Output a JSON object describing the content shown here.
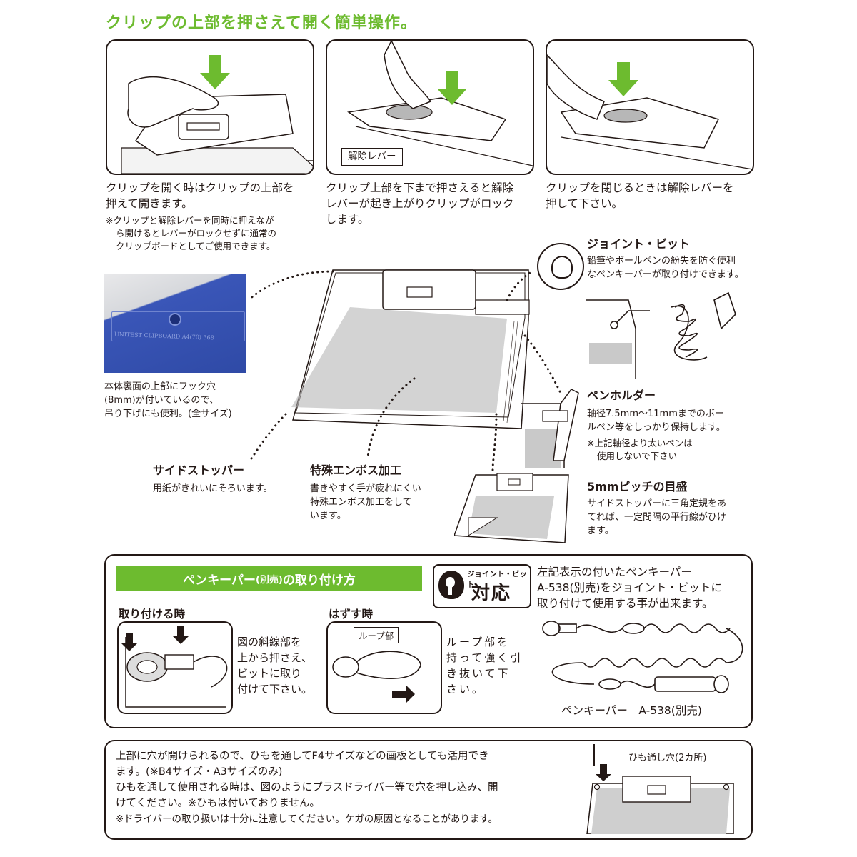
{
  "title": "クリップの上部を押さえて開く簡単操作。",
  "steps": [
    {
      "caption_line1": "クリップを開く時はクリップの上部を",
      "caption_line2": "押えて開きます。",
      "note_line1": "※クリップと解除レバーを同時に押えなが",
      "note_line2": "ら開けるとレバーがロックせずに通常の",
      "note_line3": "クリップボードとしてご使用できます。"
    },
    {
      "caption_line1": "クリップ上部を下まで押さえると解除",
      "caption_line2": "レバーが起き上がりクリップがロック",
      "caption_line3": "します。",
      "label": "解除レバー"
    },
    {
      "caption_line1": "クリップを閉じるときは解除レバーを",
      "caption_line2": "押して下さい。"
    }
  ],
  "hook_hole": {
    "line1": "本体裏面の上部にフック穴",
    "line2": "(8mm)が付いているので、",
    "line3": "吊り下げにも便利。(全サイズ)",
    "photo_text": "UNITEST  CLIPBOARD  A4(70) 368"
  },
  "features": {
    "joint_bit": {
      "title": "ジョイント・ビット",
      "line1": "鉛筆やボールペンの紛失を防ぐ便利",
      "line2": "なペンキーパーが取り付けできます。"
    },
    "pen_holder": {
      "title": "ペンホルダー",
      "line1": "軸径7.5mm～11mmまでのボー",
      "line2": "ルペン等をしっかり保持します。",
      "note1": "※上記軸径より太いペンは",
      "note2": "使用しないで下さい"
    },
    "scale": {
      "title": "5mmピッチの目盛",
      "line1": "サイドストッパーに三角定規をあ",
      "line2": "てれば、一定間隔の平行線がひけ",
      "line3": "ます。"
    },
    "side_stopper": {
      "title": "サイドストッパー",
      "line1": "用紙がきれいにそろいます。"
    },
    "emboss": {
      "title": "特殊エンボス加工",
      "line1": "書きやすく手が疲れにくい",
      "line2": "特殊エンボス加工をして",
      "line3": "います。"
    }
  },
  "pen_keeper": {
    "header": "ペンキーパー",
    "header_small": "(別売)",
    "header_suffix": "の取り付け方",
    "badge_top": "ジョイント・ビット",
    "badge_main": "対応",
    "desc_line1": "左記表示の付いたペンキーパー",
    "desc_line2": "A-538(別売)をジョイント・ビットに",
    "desc_line3": "取り付けて使用する事が出来ます。",
    "attach_title": "取り付ける時",
    "attach_l1": "図の斜線部を",
    "attach_l2": "上から押さえ、",
    "attach_l3": "ビットに取り",
    "attach_l4": "付けて下さい。",
    "remove_title": "はずす時",
    "remove_label": "ループ部",
    "remove_l1": "ループ部を",
    "remove_l2": "持って強く引",
    "remove_l3": "き抜いて下",
    "remove_l4": "さい。",
    "product_caption": "ペンキーパー　A-538(別売)"
  },
  "bottom": {
    "line1": "上部に穴が開けられるので、ひもを通してF4サイズなどの画板としても活用でき",
    "line2": "ます。(※B4サイズ・A3サイズのみ)",
    "line3": "ひもを通して使用される時は、図のようにプラスドライバー等で穴を押し込み、開",
    "line4": "けてください。※ひもは付いておりません。",
    "line5": "※ドライバーの取り扱いは十分に注意してください。ケガの原因となることがあります。",
    "hole_label": "ひも通し穴(2カ所)"
  },
  "colors": {
    "accent_green": "#6dbb2f",
    "ink": "#231815",
    "photo_blue": "#3a56b8"
  }
}
